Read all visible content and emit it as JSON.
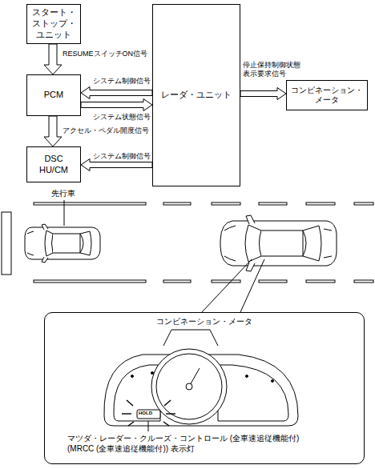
{
  "diagram": {
    "nodes": [
      {
        "text": [
          "スタート・ストップ・ユニット"
        ]
      },
      {
        "text": [
          "PCM"
        ]
      },
      {
        "text": [
          "DSC HU/CM"
        ]
      },
      {
        "text": [
          "レーダ・ユニット"
        ]
      },
      {
        "text": [
          "コンビネーション・メータ"
        ]
      },
      {
        "text": [
          "コンビネーション・メータ",
          "マツダ・レーダー・クルーズ・コントロール (全車速追従機能付) (MRCC (全車速追従機能付)) 表示灯"
        ]
      }
    ],
    "edges": [
      {
        "from": 0,
        "to": 1,
        "arrow": "to",
        "label": "RESUMEスイッチON信号"
      },
      {
        "from": 3,
        "to": 1,
        "arrow": "to",
        "label": "システム制御信号"
      },
      {
        "from": 1,
        "to": 3,
        "arrow": "to",
        "label": "システム状態信号"
      },
      {
        "from": 1,
        "to": 2,
        "arrow": "to",
        "label": "アクセル・ペダル開度信号"
      },
      {
        "from": 3,
        "to": 2,
        "arrow": "to",
        "label": "システム制御信号"
      },
      {
        "from": 3,
        "to": 4,
        "arrow": "to",
        "label": "停止保持制御状態 表示要求信号"
      }
    ],
    "labels": [
      "先行車",
      "HOLD"
    ]
  }
}
